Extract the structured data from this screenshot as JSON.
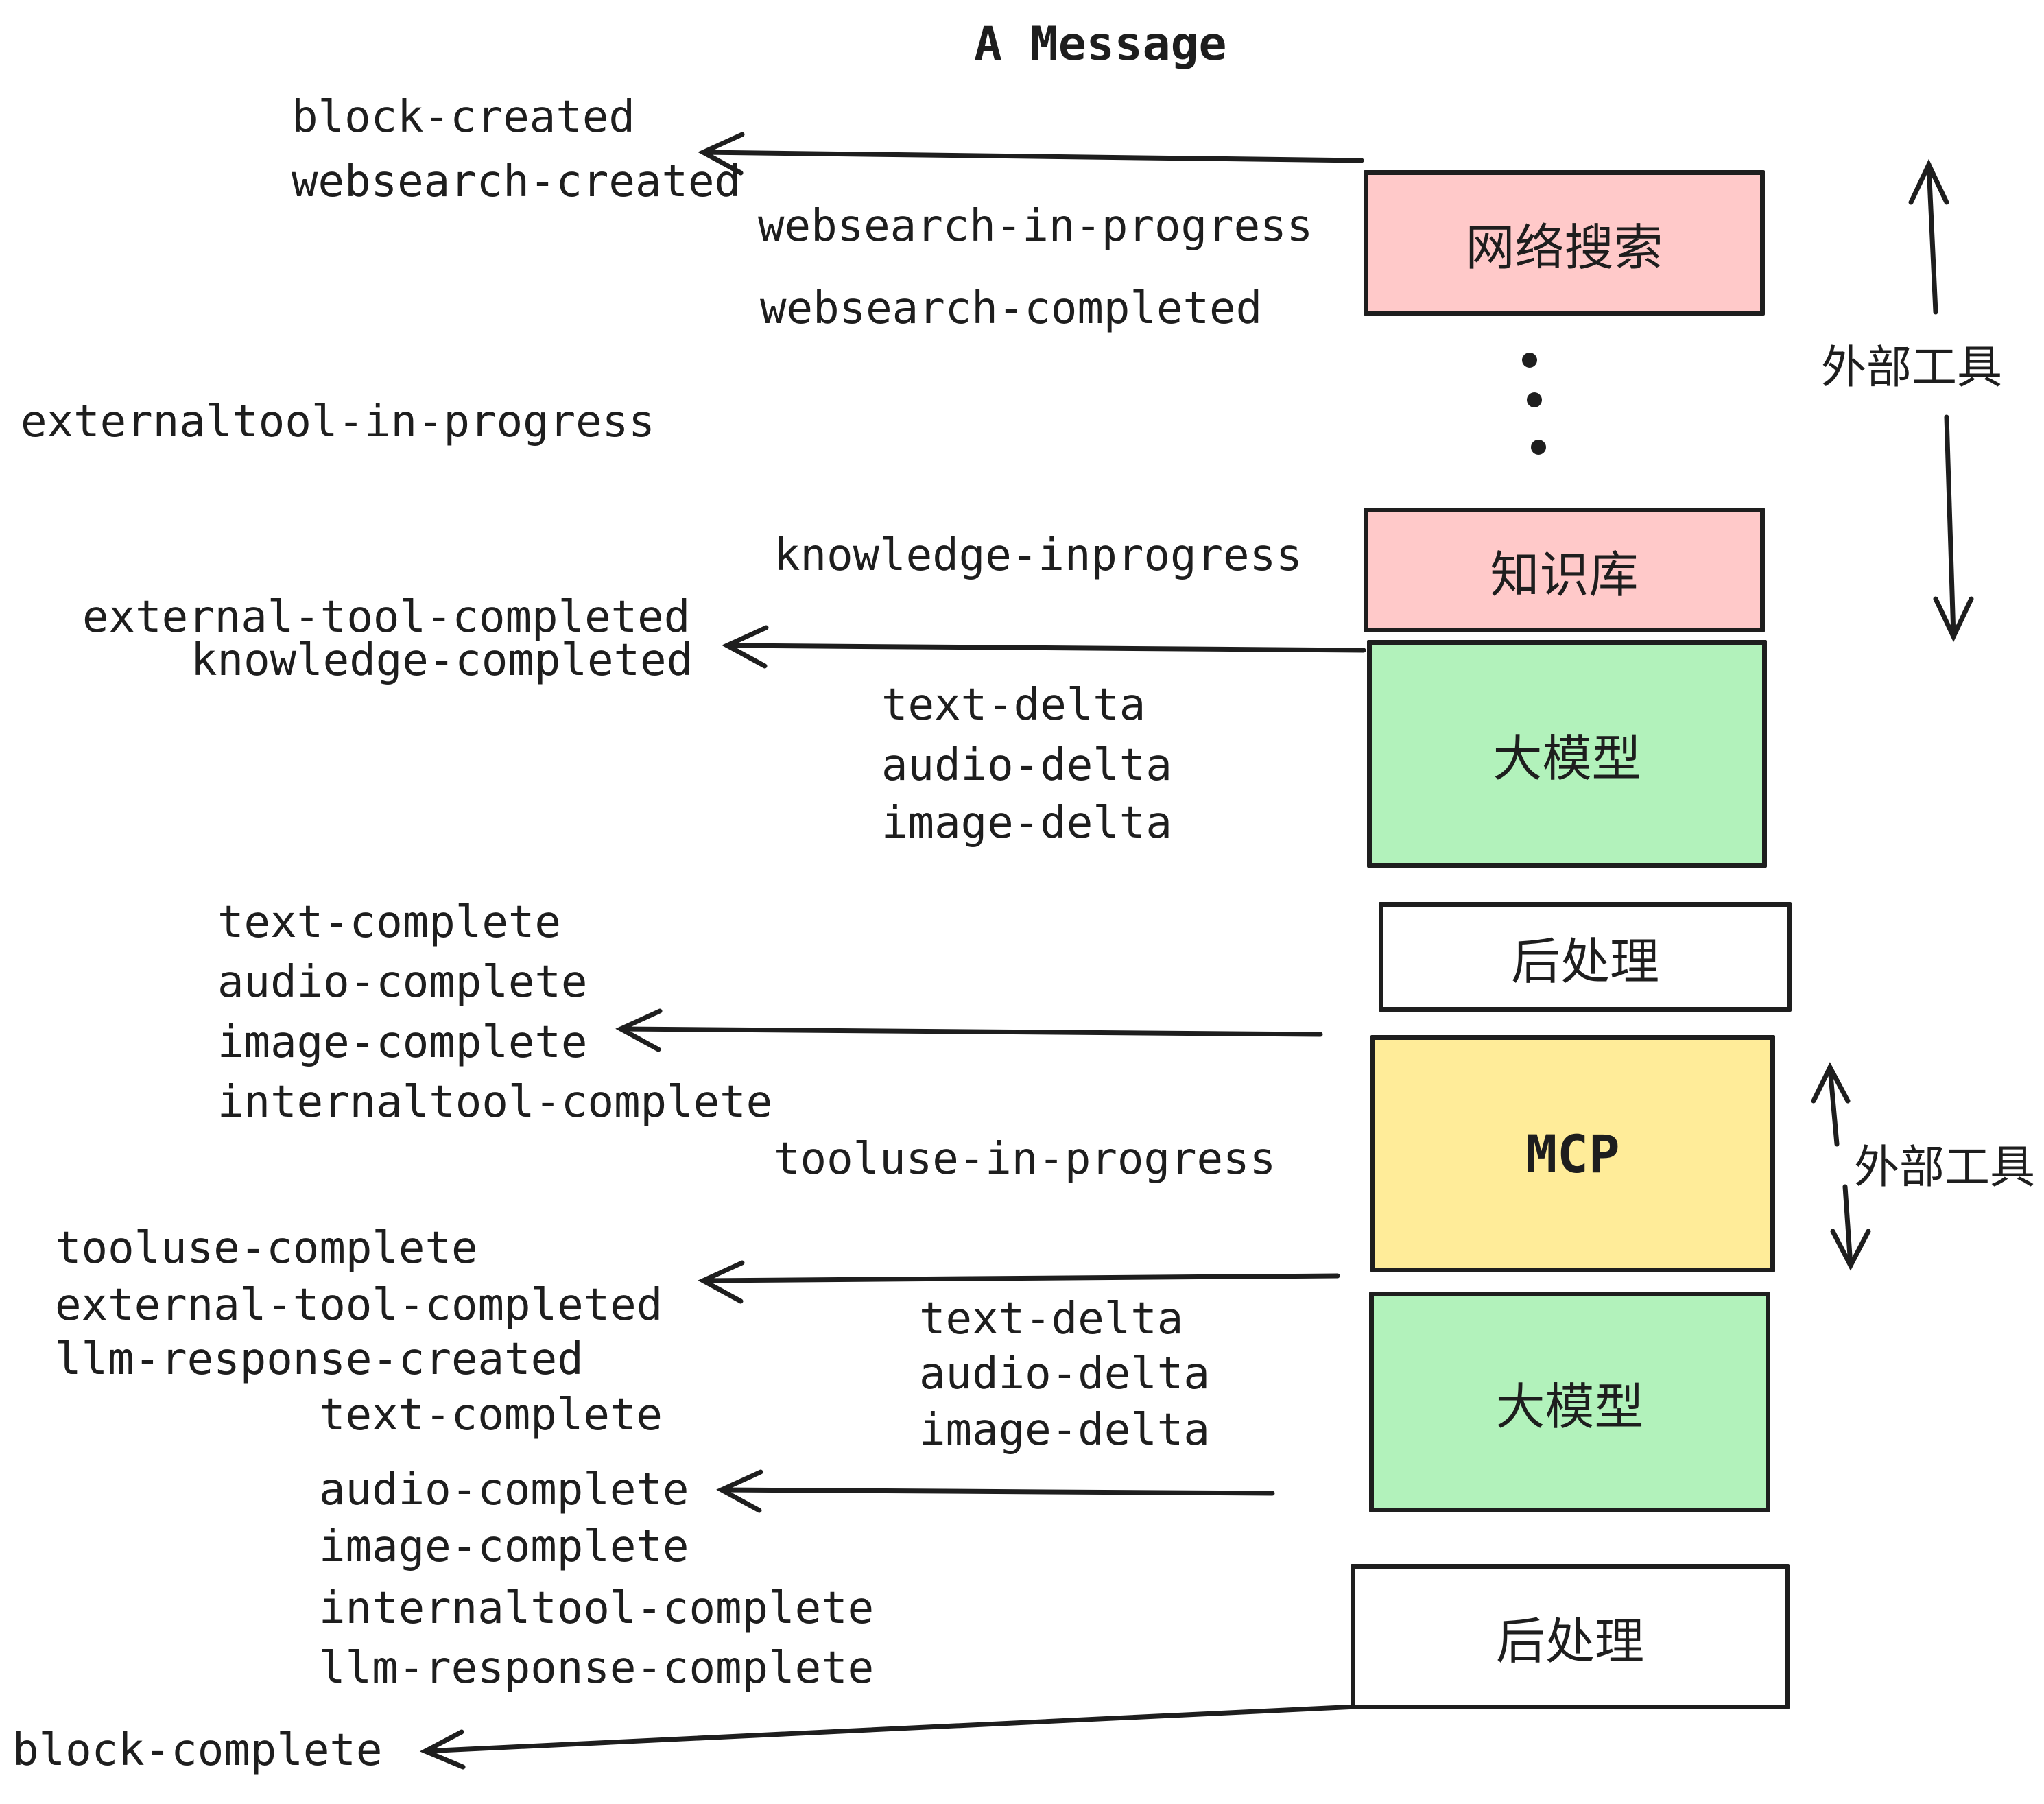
{
  "title": "A Message",
  "nodes": {
    "websearch": "网络搜索",
    "knowledge": "知识库",
    "llm": "大模型",
    "post": "后处理",
    "mcp": "MCP"
  },
  "annotations": {
    "external_tools": "外部工具"
  },
  "events": {
    "block_created": "block-created",
    "websearch_created": "websearch-created",
    "websearch_in_progress": "websearch-in-progress",
    "websearch_completed": "websearch-completed",
    "externaltool_in_progress": "externaltool-in-progress",
    "knowledge_inprogress": "knowledge-inprogress",
    "external_tool_completed": "external-tool-completed",
    "knowledge_completed": "knowledge-completed",
    "text_delta": "text-delta",
    "audio_delta": "audio-delta",
    "image_delta": "image-delta",
    "text_complete": "text-complete",
    "audio_complete": "audio-complete",
    "image_complete": "image-complete",
    "internaltool_complete": "internaltool-complete",
    "tooluse_in_progress": "tooluse-in-progress",
    "tooluse_complete": "tooluse-complete",
    "llm_response_created": "llm-response-created",
    "llm_response_complete": "llm-response-complete",
    "block_complete": "block-complete"
  },
  "colors": {
    "websearch_fill": "#ffc9c9",
    "knowledge_fill": "#ffc9c9",
    "llm_fill": "#b2f2bb",
    "mcp_fill": "#ffec99",
    "post_fill": "#ffffff",
    "stroke": "#1e1e1e"
  }
}
